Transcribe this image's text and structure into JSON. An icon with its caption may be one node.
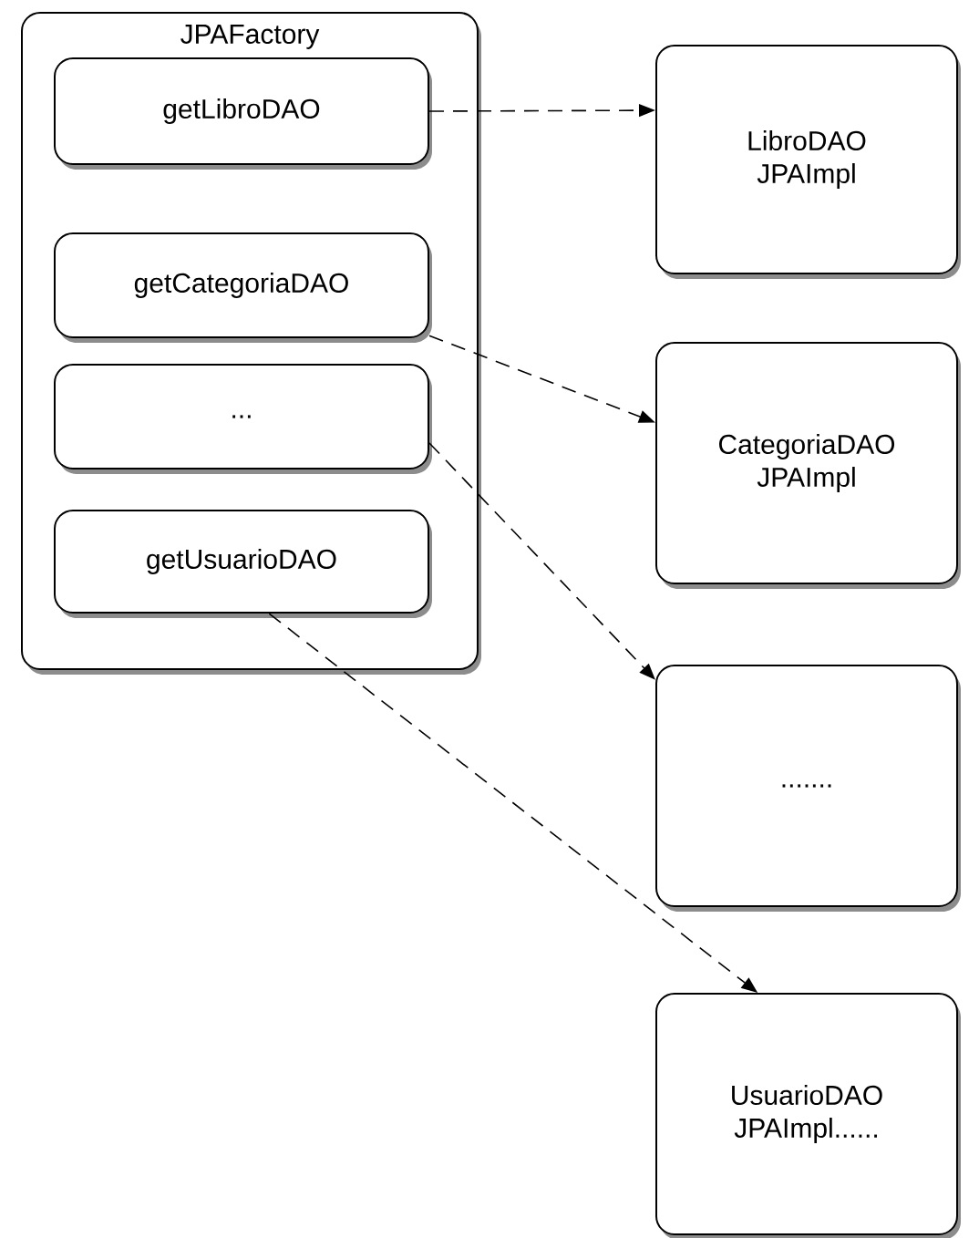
{
  "diagram": {
    "nodes": [
      {
        "text": [
          "JPAFactory"
        ]
      },
      {
        "text": [
          "getLibroDAO"
        ],
        "in": 0
      },
      {
        "text": [
          "getCategoriaDAO"
        ],
        "in": 0
      },
      {
        "text": [
          "..."
        ],
        "in": 0
      },
      {
        "text": [
          "getUsuarioDAO"
        ],
        "in": 0
      },
      {
        "text": [
          "LibroDAO JPAImpl"
        ]
      },
      {
        "text": [
          "CategoriaDAO JPAImpl"
        ]
      },
      {
        "text": [
          "......."
        ]
      },
      {
        "text": [
          "UsuarioDAO JPAImpl......"
        ]
      }
    ],
    "edges": [
      {
        "from": 1,
        "to": 5,
        "arrow": "to",
        "style": "dashed"
      },
      {
        "from": 2,
        "to": 6,
        "arrow": "to",
        "style": "dashed"
      },
      {
        "from": 3,
        "to": 7,
        "arrow": "to",
        "style": "dashed"
      },
      {
        "from": 4,
        "to": 8,
        "arrow": "to",
        "style": "dashed"
      }
    ]
  }
}
